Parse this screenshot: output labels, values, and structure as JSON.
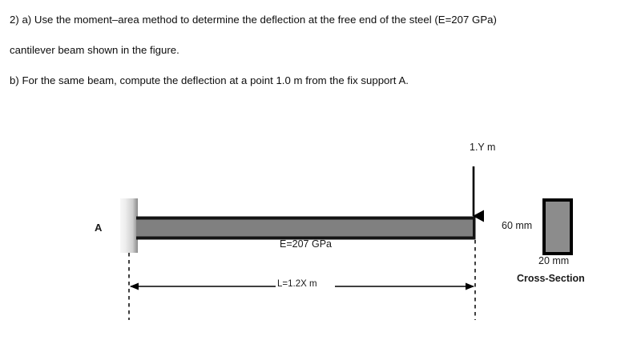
{
  "document": {
    "question_lines": [
      "2) a) Use the moment–area method to determine the deflection at the free end of the steel (E=207 GPa)",
      "cantilever beam shown in the figure.",
      "b) For the same beam, compute the deflection at a point 1.0 m from the fix support A."
    ]
  },
  "figure": {
    "support_label": "A",
    "modulus_label": "E=207 GPa",
    "length_label": "L=1.2X m",
    "load_label": "1.Y m",
    "section_height_label": "60 mm",
    "section_width_label": "20 mm",
    "section_title": "Cross-Section",
    "colors": {
      "beam_fill": "#808080",
      "beam_edge": "#000000",
      "wall_light": "#f2f2f2",
      "wall_dark": "#8c8c8c",
      "section_fill": "#8c8c8c",
      "section_edge": "#000000",
      "line": "#000000"
    }
  }
}
